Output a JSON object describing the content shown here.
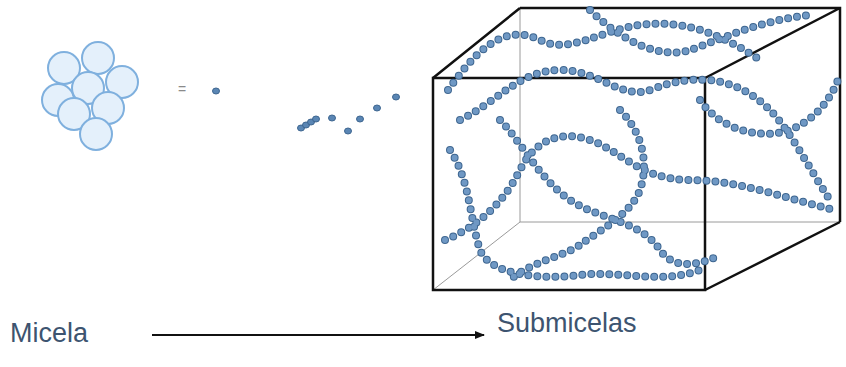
{
  "diagram": {
    "labels": [
      "=",
      "Micela",
      "Submicelas"
    ]
  }
}
